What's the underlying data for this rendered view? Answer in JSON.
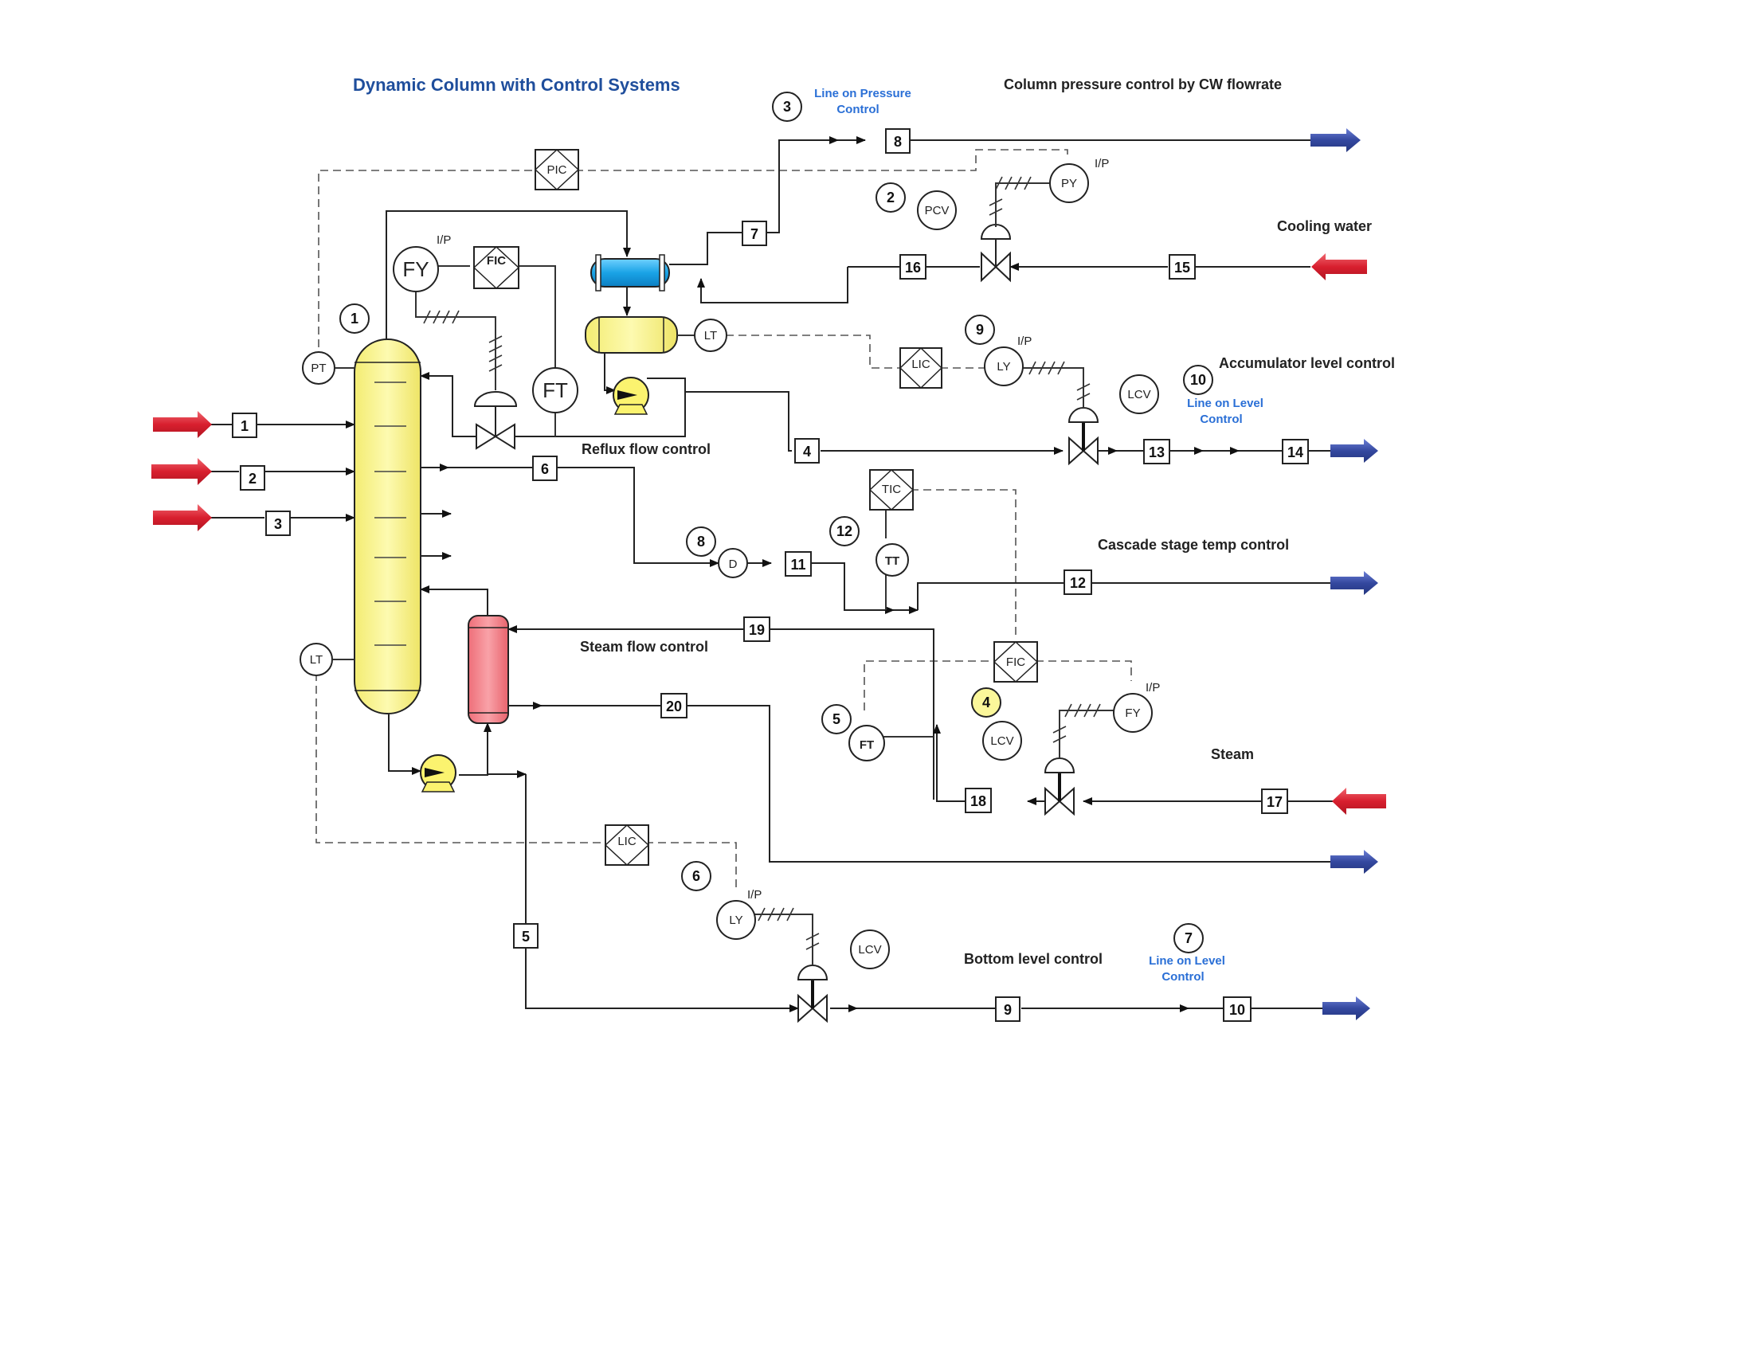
{
  "title": "Dynamic Column with Control Systems",
  "sections": {
    "pressure": "Column pressure control by CW flowrate",
    "cooling_water": "Cooling water",
    "accumulator": "Accumulator level control",
    "reflux": "Reflux flow control",
    "cascade": "Cascade stage temp control",
    "steam_flow": "Steam flow control",
    "steam": "Steam",
    "bottom": "Bottom level control"
  },
  "notes": {
    "pressure_line_1": "Line on Pressure",
    "pressure_line_2": "Control",
    "accum_line_1": "Line on Level",
    "accum_line_2": "Control",
    "bottom_line_1": "Line on Level",
    "bottom_line_2": "Control"
  },
  "controller_numbers": [
    "1",
    "2",
    "3",
    "4",
    "5",
    "6",
    "7",
    "8",
    "9",
    "10",
    "12"
  ],
  "streams": [
    "1",
    "2",
    "3",
    "4",
    "5",
    "6",
    "7",
    "8",
    "9",
    "10",
    "11",
    "12",
    "13",
    "14",
    "15",
    "16",
    "17",
    "18",
    "19",
    "20"
  ],
  "instruments": {
    "PT": "PT",
    "LT": "LT",
    "FT": "FT",
    "TT": "TT",
    "FY": "FY",
    "PY": "PY",
    "LY": "LY",
    "PCV": "PCV",
    "LCV": "LCV",
    "PIC": "PIC",
    "FIC": "FIC",
    "LIC": "LIC",
    "TIC": "TIC",
    "D": "D",
    "IP": "I/P"
  },
  "colors": {
    "column": "#fbf79a",
    "condenser": "#22a7e8",
    "accumulator": "#fbf79a",
    "reboiler": "#f4878e",
    "feed_arrow": "#e2333f",
    "product_arrow": "#3b4fae",
    "title": "#1f4e9c",
    "note": "#2a6fd6"
  }
}
